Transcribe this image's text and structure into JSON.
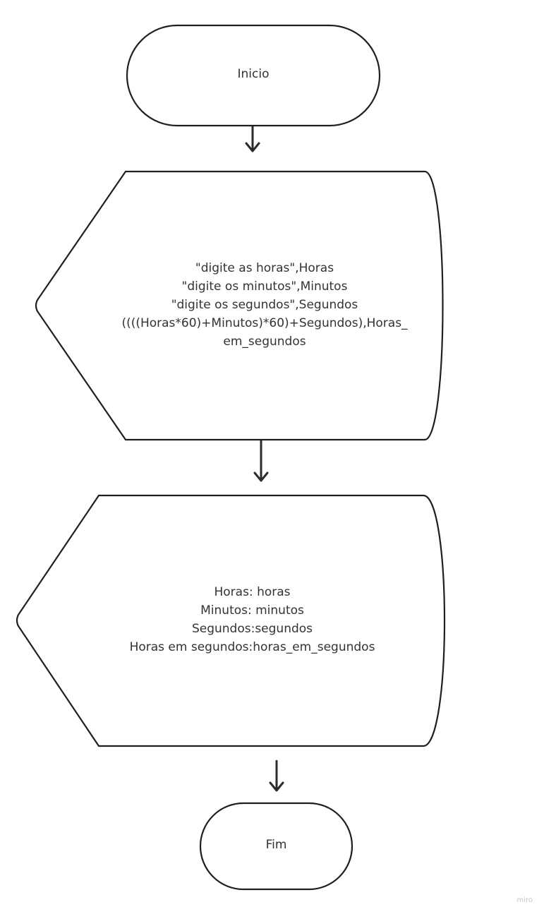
{
  "diagram": {
    "start": {
      "text": "Inicio"
    },
    "input": {
      "lines": [
        "\"digite as horas\",Horas",
        "\"digite os minutos\",Minutos",
        "\"digite os segundos\",Segundos",
        "((((Horas*60)+Minutos)*60)+Segundos),Horas_",
        "em_segundos"
      ]
    },
    "output": {
      "lines": [
        "Horas: horas",
        "Minutos: minutos",
        "Segundos:segundos",
        "Horas em segundos:horas_em_segundos"
      ]
    },
    "end": {
      "text": "Fim"
    }
  },
  "watermark": "miro",
  "colors": {
    "stroke": "#1f1f1f",
    "text": "#333333",
    "background": "#ffffff"
  }
}
